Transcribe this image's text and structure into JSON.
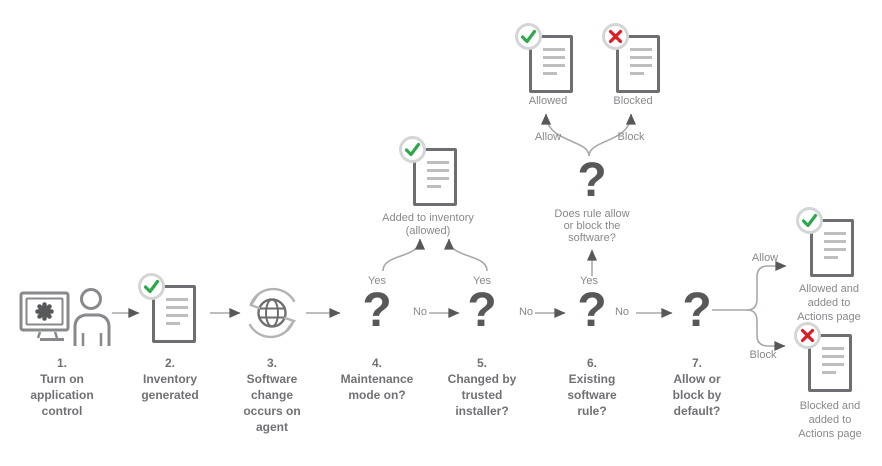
{
  "steps": [
    {
      "num": "1.",
      "label": "Turn on\napplication\ncontrol"
    },
    {
      "num": "2.",
      "label": "Inventory\ngenerated"
    },
    {
      "num": "3.",
      "label": "Software\nchange\noccurs on\nagent"
    },
    {
      "num": "4.",
      "label": "Maintenance\nmode on?"
    },
    {
      "num": "5.",
      "label": "Changed by\ntrusted\ninstaller?"
    },
    {
      "num": "6.",
      "label": "Existing\nsoftware\nrule?"
    },
    {
      "num": "7.",
      "label": "Allow or\nblock by\ndefault?"
    }
  ],
  "branch_labels": {
    "yes": "Yes",
    "no": "No",
    "allow": "Allow",
    "block": "Block"
  },
  "icons": {
    "question_mark": "?"
  },
  "outcomes": {
    "added_to_inventory": "Added to inventory\n(allowed)",
    "rule_question": "Does rule allow\nor block the\nsoftware?",
    "allowed": "Allowed",
    "blocked": "Blocked",
    "allowed_actions": "Allowed and\nadded to\nActions page",
    "blocked_actions": "Blocked and\nadded to\nActions page"
  },
  "colors": {
    "check_green": "#2fa84c",
    "cross_red": "#e01b24",
    "line_gray": "#a6a8ab",
    "arrowhead_gray": "#57585a",
    "doc_border_gray": "#6d6e71"
  }
}
